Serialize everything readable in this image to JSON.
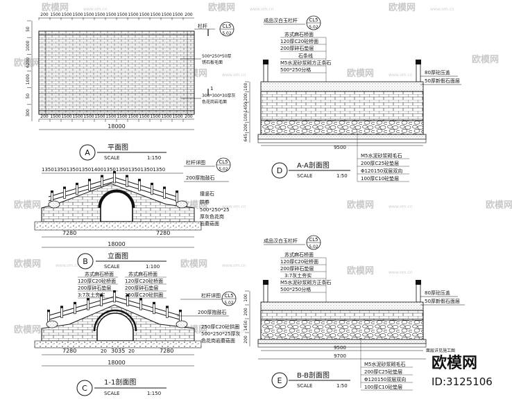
{
  "watermark": {
    "brand": "欧模网",
    "site": "www.om.cn",
    "id_text": "ID:3125106"
  },
  "plan": {
    "marker": "A",
    "title": "平面图",
    "scale_word": "SCALE",
    "scale": "1:150",
    "total": "18000",
    "dims_top": [
      "200",
      "1500",
      "1500",
      "1500",
      "1500",
      "1500",
      "1500",
      "1500",
      "1500",
      "1500",
      "1500",
      "1500",
      "1500",
      "200"
    ],
    "dims_bottom": [
      "200",
      "1500",
      "1500",
      "1500",
      "1500",
      "1500",
      "1500",
      "1500",
      "1500",
      "1500",
      "1500",
      "1500",
      "1500",
      "200"
    ],
    "dims_left": [
      "50",
      "1000",
      "6200",
      "1000",
      "50",
      "300"
    ],
    "notes": [
      "栏杆",
      "500*250*50厚",
      "锈石板毛面",
      "300*300*30厚灰",
      "色花岗岩毛面"
    ],
    "section_tag": "1",
    "ref": "CL5",
    "ref_sub": "5.02"
  },
  "elev": {
    "marker": "B",
    "title": "立面图",
    "scale_word": "SCALE",
    "scale": "1:100",
    "total": "18000",
    "left_dim": "7280",
    "right_dim": "7280",
    "top_dims": "1350135013501350140013501350135013501350",
    "notes": [
      "栏杆详图",
      "200厚抱鼓石",
      "撞竖石",
      "拱券",
      "500*250*25",
      "厚灰色花岗",
      "岩蘑菇面"
    ],
    "ref": "CL5",
    "ref_sub": "5.02"
  },
  "sect11": {
    "marker": "C",
    "title": "1-1剖面图",
    "scale_word": "SCALE",
    "scale": "1:150",
    "dims": [
      "7280",
      "20",
      "3035",
      "20",
      "7280"
    ],
    "total": "18000",
    "notes_l": [
      "苏式麻石桥面",
      "120厚C20砼桥面",
      "200厚碎石垫层",
      "3:7灰土夯实"
    ],
    "notes_r": [
      "苏式麻石桥面",
      "120厚C20砼桥面",
      "200厚碎石垫层",
      "250厚C20砼拱圈"
    ],
    "notes_side": [
      "栏杆详图",
      "200厚抱鼓石",
      "250厚C20砼拱圈",
      "500*250*25厚灰",
      "色花岗岩蘑菇面"
    ],
    "ref": "CL5",
    "ref_sub": "5.02"
  },
  "aa": {
    "marker": "D",
    "title": "A-A剖面图",
    "scale_word": "SCALE",
    "scale": "1:50",
    "head": "成品汉白玉栏杆",
    "ref": "CL5",
    "ref_sub": "5.02",
    "notes_top": [
      "苏式麻石桥面",
      "120厚C20砼桥面",
      "200厚碎石垫层",
      "石条线",
      "M5水泥砂浆砌方正条石",
      "500*250分格"
    ],
    "notes_right": [
      "80厚砼压盖",
      "50厚新假石面层"
    ],
    "notes_bottom": [
      "M5水泥砂浆砌毛石",
      "200厚C25砼垫层",
      "Φ120150双层双向",
      "100厚C10砼垫层"
    ],
    "width": "9500",
    "left_dims": [
      "100",
      "200",
      "1450",
      "100",
      "200",
      "645"
    ]
  },
  "bb": {
    "marker": "E",
    "title": "B-B剖面图",
    "scale_word": "SCALE",
    "scale": "1:50",
    "head": "成品汉白玉栏杆",
    "ref": "CL5",
    "ref_sub": "5.02",
    "notes_top": [
      "苏式麻石桥面",
      "120厚C20砼桥面",
      "200厚碎石垫层",
      "3:7灰土夯实",
      "M5水泥砂浆砌方正条石",
      "500*250分格"
    ],
    "notes_right": [
      "80厚砼压盖",
      "50厚新假石面层"
    ],
    "notes_bottom": [
      "M5水泥砂浆砌毛石",
      "200厚C25砼垫层",
      "Φ120150双层双向",
      "100厚C10砼垫层"
    ],
    "widths": [
      "9500",
      "9700"
    ],
    "left_dims": [
      "100",
      "200",
      "1450",
      "200"
    ],
    "side_note": "面层详见施工图"
  }
}
